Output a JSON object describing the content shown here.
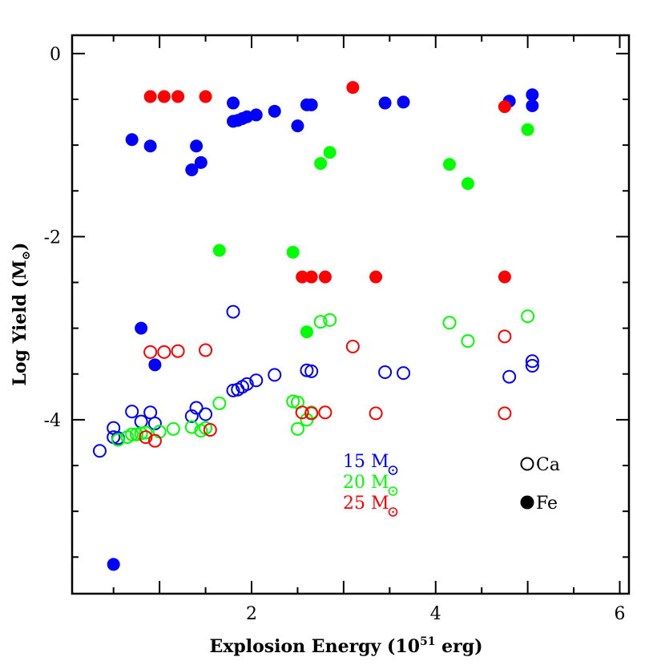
{
  "chart_data": {
    "type": "scatter",
    "xlabel_main": "Explosion Energy (10",
    "xlabel_sup": "51",
    "xlabel_tail": " erg)",
    "ylabel_main": "Log Yield (M",
    "ylabel_sub": "⊙",
    "ylabel_tail": ")",
    "xlim": [
      0.05,
      6.1
    ],
    "ylim": [
      -5.9,
      0.2
    ],
    "x_ticks": [
      2,
      4,
      6
    ],
    "x_tick_labels": [
      "2",
      "4",
      "6"
    ],
    "y_ticks": [
      0,
      -2,
      -4
    ],
    "y_tick_labels": [
      "0",
      "-2",
      "-4"
    ],
    "series": [
      {
        "name": "15 M",
        "mass_label": "15 M",
        "color": "#0000ff",
        "Ca": [
          [
            0.35,
            -4.34
          ],
          [
            0.5,
            -4.09
          ],
          [
            0.5,
            -4.19
          ],
          [
            0.55,
            -4.2
          ],
          [
            0.7,
            -3.91
          ],
          [
            0.8,
            -4.02
          ],
          [
            0.9,
            -3.92
          ],
          [
            0.95,
            -4.04
          ],
          [
            1.35,
            -3.96
          ],
          [
            1.4,
            -3.87
          ],
          [
            1.5,
            -3.94
          ],
          [
            1.8,
            -2.82
          ],
          [
            1.8,
            -3.68
          ],
          [
            1.85,
            -3.67
          ],
          [
            1.9,
            -3.64
          ],
          [
            1.95,
            -3.61
          ],
          [
            2.05,
            -3.57
          ],
          [
            2.25,
            -3.51
          ],
          [
            2.6,
            -3.46
          ],
          [
            2.65,
            -3.47
          ],
          [
            3.45,
            -3.48
          ],
          [
            3.65,
            -3.49
          ],
          [
            4.8,
            -3.53
          ],
          [
            5.05,
            -3.36
          ],
          [
            5.05,
            -3.41
          ]
        ],
        "Fe": [
          [
            0.5,
            -5.58
          ],
          [
            0.7,
            -0.94
          ],
          [
            0.8,
            -3.0
          ],
          [
            0.9,
            -1.01
          ],
          [
            0.95,
            -3.4
          ],
          [
            1.35,
            -1.27
          ],
          [
            1.4,
            -1.01
          ],
          [
            1.45,
            -1.19
          ],
          [
            1.8,
            -0.54
          ],
          [
            1.8,
            -0.74
          ],
          [
            1.85,
            -0.73
          ],
          [
            1.9,
            -0.71
          ],
          [
            1.95,
            -0.69
          ],
          [
            2.05,
            -0.67
          ],
          [
            2.25,
            -0.63
          ],
          [
            2.5,
            -0.79
          ],
          [
            2.6,
            -0.56
          ],
          [
            2.65,
            -0.56
          ],
          [
            3.45,
            -0.54
          ],
          [
            3.65,
            -0.53
          ],
          [
            4.8,
            -0.52
          ],
          [
            5.05,
            -0.45
          ],
          [
            5.05,
            -0.57
          ]
        ]
      },
      {
        "name": "20 M",
        "mass_label": "20 M",
        "color": "#00ff00",
        "Ca": [
          [
            0.55,
            -4.22
          ],
          [
            0.65,
            -4.19
          ],
          [
            0.7,
            -4.16
          ],
          [
            0.75,
            -4.16
          ],
          [
            0.8,
            -4.15
          ],
          [
            0.85,
            -4.14
          ],
          [
            1.0,
            -4.13
          ],
          [
            1.15,
            -4.1
          ],
          [
            1.35,
            -4.08
          ],
          [
            1.45,
            -4.12
          ],
          [
            1.5,
            -4.09
          ],
          [
            1.65,
            -3.82
          ],
          [
            2.45,
            -3.8
          ],
          [
            2.5,
            -3.81
          ],
          [
            2.5,
            -4.1
          ],
          [
            2.6,
            -4.0
          ],
          [
            2.65,
            -3.92
          ],
          [
            2.75,
            -2.93
          ],
          [
            2.85,
            -2.91
          ],
          [
            4.15,
            -2.94
          ],
          [
            4.35,
            -3.14
          ],
          [
            5.0,
            -2.87
          ]
        ],
        "Fe": [
          [
            1.65,
            -2.15
          ],
          [
            2.45,
            -2.17
          ],
          [
            2.6,
            -3.04
          ],
          [
            2.75,
            -1.2
          ],
          [
            2.85,
            -1.08
          ],
          [
            4.15,
            -1.21
          ],
          [
            4.35,
            -1.42
          ],
          [
            5.0,
            -0.83
          ]
        ]
      },
      {
        "name": "25 M",
        "mass_label": "25 M",
        "color": "#ff0000",
        "Ca": [
          [
            0.85,
            -4.19
          ],
          [
            0.9,
            -3.26
          ],
          [
            0.95,
            -4.23
          ],
          [
            1.05,
            -3.26
          ],
          [
            1.2,
            -3.25
          ],
          [
            1.5,
            -3.24
          ],
          [
            1.55,
            -4.11
          ],
          [
            2.55,
            -3.92
          ],
          [
            2.65,
            -3.93
          ],
          [
            2.8,
            -3.92
          ],
          [
            3.1,
            -3.2
          ],
          [
            3.35,
            -3.93
          ],
          [
            4.75,
            -3.09
          ],
          [
            4.75,
            -3.93
          ]
        ],
        "Fe": [
          [
            0.9,
            -0.47
          ],
          [
            1.05,
            -0.47
          ],
          [
            1.2,
            -0.47
          ],
          [
            1.5,
            -0.47
          ],
          [
            2.55,
            -2.44
          ],
          [
            2.65,
            -2.44
          ],
          [
            2.8,
            -2.44
          ],
          [
            3.1,
            -0.37
          ],
          [
            3.35,
            -2.44
          ],
          [
            4.75,
            -0.58
          ],
          [
            4.75,
            -2.44
          ]
        ]
      }
    ],
    "legend": {
      "placement": "bottom-right",
      "mass_entries": [
        "15 M",
        "20 M",
        "25 M"
      ],
      "symbol_entries": [
        {
          "label": "Ca",
          "symbol": "open-circle"
        },
        {
          "label": "Fe",
          "symbol": "filled-circle"
        }
      ]
    }
  }
}
